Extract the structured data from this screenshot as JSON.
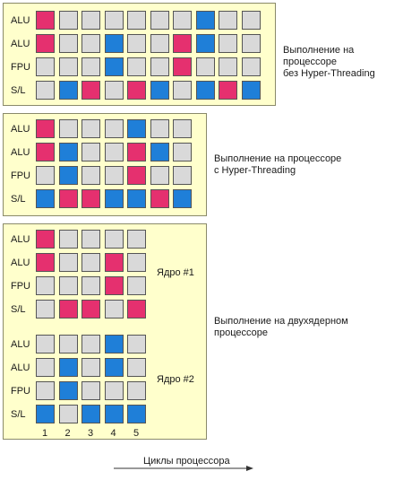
{
  "colors": {
    "idle": "#d9d9d9",
    "thread_a": "#e5306f",
    "thread_b": "#1f7fd8"
  },
  "panels": [
    {
      "description": "Выполнение на процессоре\nбез Hyper-Threading",
      "rows": [
        {
          "label": "ALU",
          "cells": [
            "r",
            "g",
            "g",
            "g",
            "g",
            "g",
            "g",
            "b",
            "g",
            "g"
          ]
        },
        {
          "label": "ALU",
          "cells": [
            "r",
            "g",
            "g",
            "b",
            "g",
            "g",
            "r",
            "b",
            "g",
            "g"
          ]
        },
        {
          "label": "FPU",
          "cells": [
            "g",
            "g",
            "g",
            "b",
            "g",
            "g",
            "r",
            "g",
            "g",
            "g"
          ]
        },
        {
          "label": "S/L",
          "cells": [
            "g",
            "b",
            "r",
            "g",
            "r",
            "b",
            "g",
            "b",
            "r",
            "b"
          ]
        }
      ]
    },
    {
      "description": "Выполнение на процессоре\nс Hyper-Threading",
      "rows": [
        {
          "label": "ALU",
          "cells": [
            "r",
            "g",
            "g",
            "g",
            "b",
            "g",
            "g"
          ]
        },
        {
          "label": "ALU",
          "cells": [
            "r",
            "b",
            "g",
            "g",
            "r",
            "b",
            "g"
          ]
        },
        {
          "label": "FPU",
          "cells": [
            "g",
            "b",
            "g",
            "g",
            "r",
            "g",
            "g"
          ]
        },
        {
          "label": "S/L",
          "cells": [
            "b",
            "r",
            "r",
            "b",
            "b",
            "r",
            "b"
          ]
        }
      ]
    },
    {
      "description": "Выполнение на двухядерном\nпроцессоре",
      "cores": [
        {
          "label": "Ядро #1",
          "rows": [
            {
              "label": "ALU",
              "cells": [
                "r",
                "g",
                "g",
                "g",
                "g"
              ]
            },
            {
              "label": "ALU",
              "cells": [
                "r",
                "g",
                "g",
                "r",
                "g"
              ]
            },
            {
              "label": "FPU",
              "cells": [
                "g",
                "g",
                "g",
                "r",
                "g"
              ]
            },
            {
              "label": "S/L",
              "cells": [
                "g",
                "r",
                "r",
                "g",
                "r"
              ]
            }
          ]
        },
        {
          "label": "Ядро #2",
          "rows": [
            {
              "label": "ALU",
              "cells": [
                "g",
                "g",
                "g",
                "b",
                "g"
              ]
            },
            {
              "label": "ALU",
              "cells": [
                "g",
                "b",
                "g",
                "b",
                "g"
              ]
            },
            {
              "label": "FPU",
              "cells": [
                "g",
                "b",
                "g",
                "g",
                "g"
              ]
            },
            {
              "label": "S/L",
              "cells": [
                "b",
                "g",
                "b",
                "b",
                "b"
              ]
            }
          ]
        }
      ],
      "cycle_numbers": [
        "1",
        "2",
        "3",
        "4",
        "5"
      ]
    }
  ],
  "axis_caption": "Циклы процессора"
}
